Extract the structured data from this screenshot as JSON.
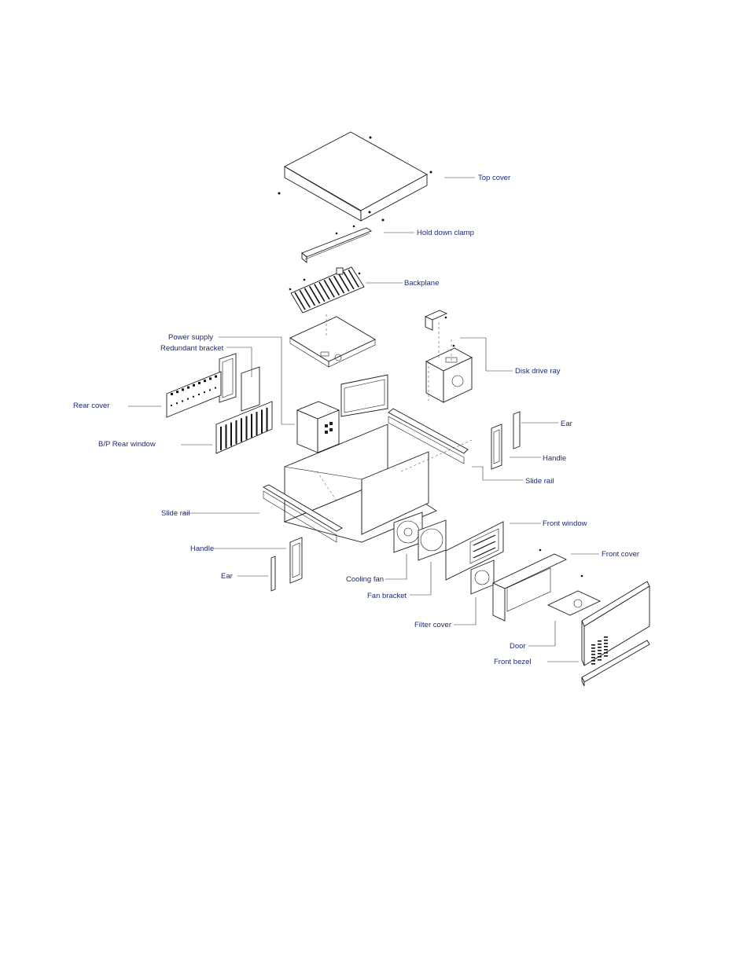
{
  "labels": {
    "top_cover": "Top cover",
    "hold_down_clamp": "Hold down clamp",
    "backplane": "Backplane",
    "power_supply": "Power supply",
    "redundant_bracket": "Redundant bracket",
    "disk_drive_ray": "Disk drive ray",
    "rear_cover": "Rear cover",
    "bp_rear_window": "B/P Rear window",
    "ear_right": "Ear",
    "handle_right": "Handle",
    "slide_rail_right": "Slide rail",
    "slide_rail_left": "Slide rail",
    "front_window": "Front window",
    "handle_left": "Handle",
    "front_cover": "Front cover",
    "ear_left": "Ear",
    "cooling_fan": "Cooling fan",
    "fan_bracket": "Fan bracket",
    "filter_cover": "Filter cover",
    "door": "Door",
    "front_bezel": "Front bezel"
  },
  "colors": {
    "label_text": "#1e2a78",
    "line": "#1a1a1a"
  }
}
